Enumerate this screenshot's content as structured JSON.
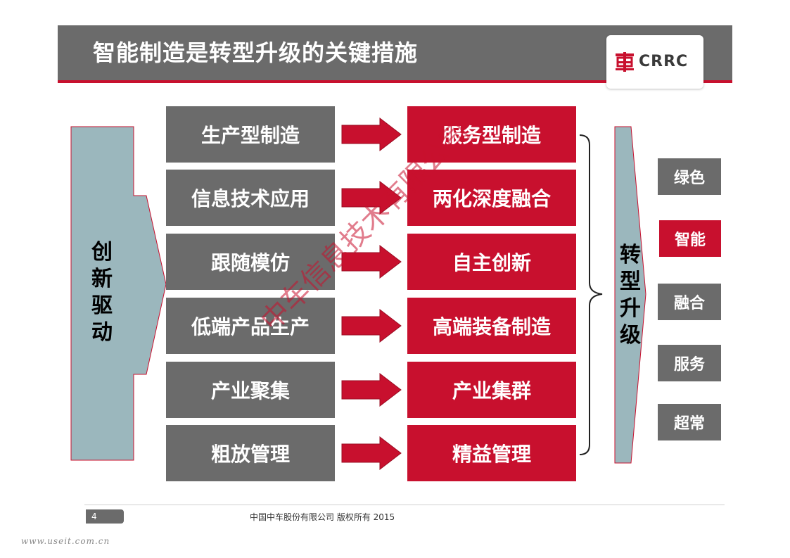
{
  "title": "智能制造是转型升级的关键措施",
  "logo": {
    "text": "CRRC",
    "emblem_icon": "crrc-emblem-icon",
    "color": "#c8102e"
  },
  "left_label": "创新驱动",
  "rows": [
    {
      "from": "生产型制造",
      "to": "服务型制造"
    },
    {
      "from": "信息技术应用",
      "to": "两化深度融合"
    },
    {
      "from": "跟随模仿",
      "to": "自主创新"
    },
    {
      "from": "低端产品生产",
      "to": "高端装备制造"
    },
    {
      "from": "产业聚集",
      "to": "产业集群"
    },
    {
      "from": "粗放管理",
      "to": "精益管理"
    }
  ],
  "right_label": "转型升级",
  "tags": [
    {
      "label": "绿色",
      "highlighted": false
    },
    {
      "label": "智能",
      "highlighted": true
    },
    {
      "label": "融合",
      "highlighted": false
    },
    {
      "label": "服务",
      "highlighted": false
    },
    {
      "label": "超常",
      "highlighted": false
    }
  ],
  "footer": {
    "page": "4",
    "copyright": "中国中车股份有限公司 版权所有 2015"
  },
  "site": "www.useit.com.cn",
  "watermark": "中车信息技术有限公司",
  "colors": {
    "gray": "#6b6b6b",
    "red": "#c8102e",
    "teal": "#9bb7bd"
  }
}
